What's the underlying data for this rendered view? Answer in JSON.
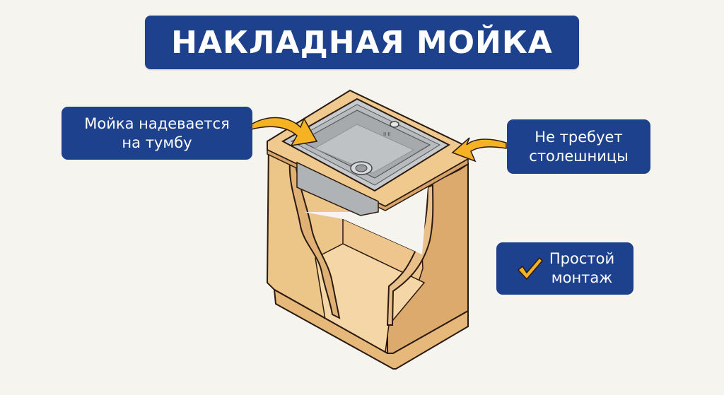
{
  "title": "НАКЛАДНАЯ МОЙКА",
  "labels": {
    "left": {
      "line1": "Мойка надевается",
      "line2": "на тумбу"
    },
    "right": {
      "line1": "Не требует",
      "line2": "столешницы"
    },
    "bottom_right": {
      "line1": "Простой",
      "line2": "монтаж",
      "icon": "checkmark-icon"
    }
  },
  "colors": {
    "background": "#f6f4ef",
    "label_bg": "#1e418e",
    "label_text": "#ffffff",
    "arrow": "#f5b324",
    "cabinet_light": "#f3d19c",
    "cabinet_mid": "#e9bd7f",
    "cabinet_dark": "#dcaa6c",
    "sink_steel": "#b9bcbf"
  },
  "illustration": {
    "subject": "inset sink on base cabinet",
    "components": [
      "sink-bowl",
      "drain",
      "faucet-hole",
      "cabinet-top-frame",
      "cabinet-side-panels",
      "cabinet-bottom-shelf",
      "plinth"
    ]
  }
}
